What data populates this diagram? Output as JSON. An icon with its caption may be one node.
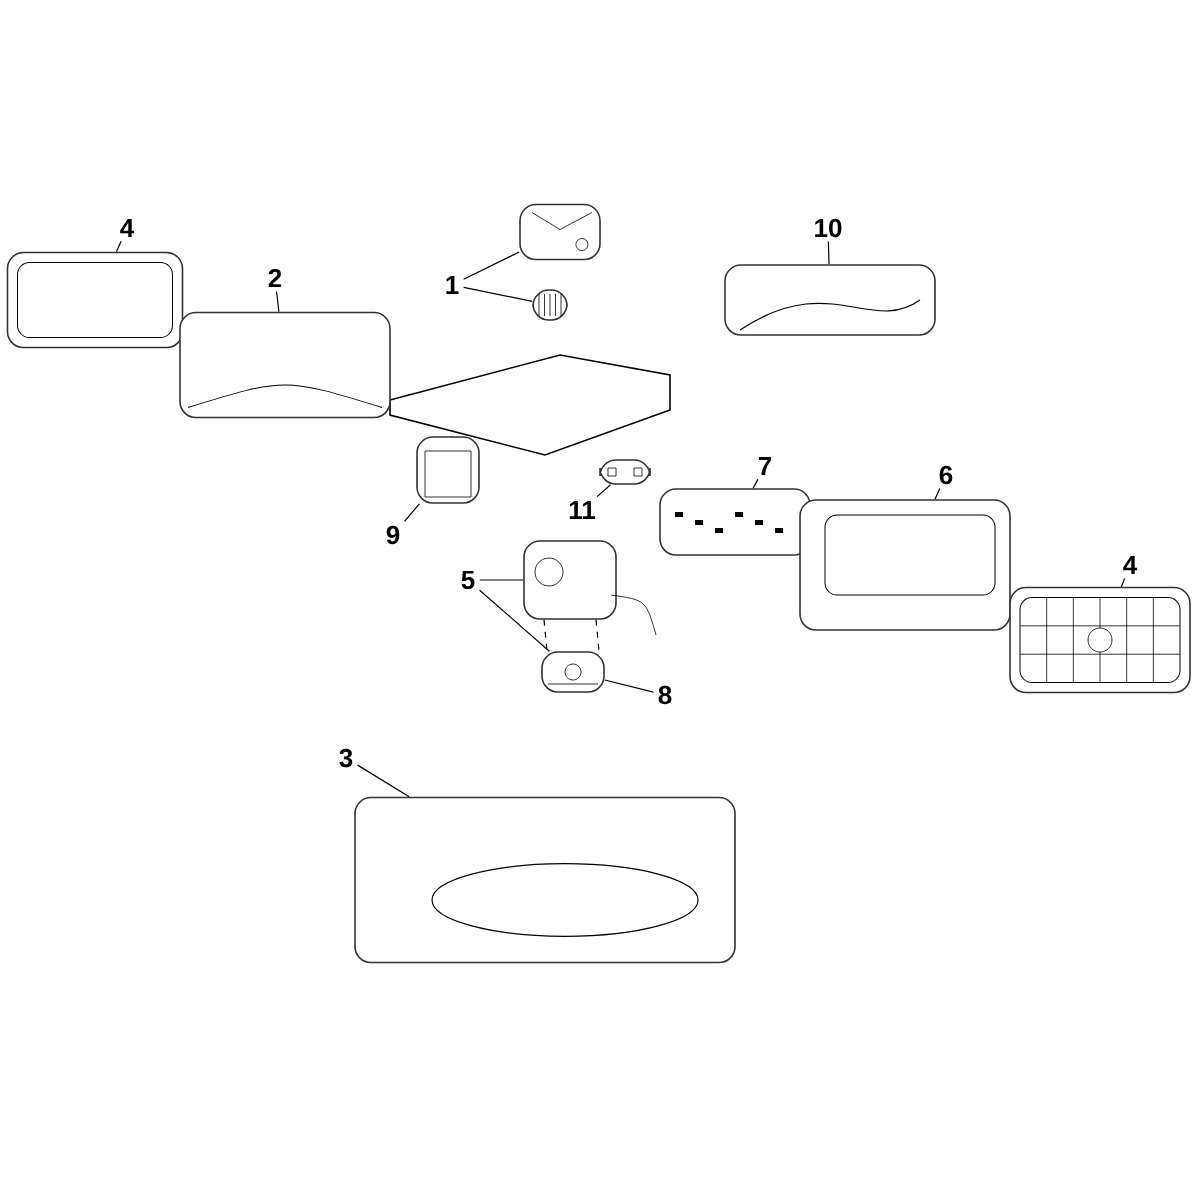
{
  "diagram": {
    "nodes": [
      {
        "text": [
          "4"
        ]
      },
      {
        "text": [
          "10"
        ]
      },
      {
        "text": [
          "2"
        ]
      },
      {
        "text": [
          "1"
        ]
      },
      {
        "text": [
          "7"
        ]
      },
      {
        "text": [
          "6"
        ]
      },
      {
        "text": [
          "11"
        ]
      },
      {
        "text": [
          "9"
        ]
      },
      {
        "text": [
          "4"
        ]
      },
      {
        "text": [
          "5"
        ]
      },
      {
        "text": [
          "8"
        ]
      },
      {
        "text": [
          "3"
        ]
      },
      {
        "text": [],
        "shape": "picture"
      },
      {
        "text": [],
        "shape": "picture"
      },
      {
        "text": [],
        "shape": "picture"
      },
      {
        "text": [],
        "shape": "picture"
      },
      {
        "text": [],
        "shape": "picture"
      },
      {
        "text": [],
        "shape": "picture"
      },
      {
        "text": [],
        "shape": "picture"
      },
      {
        "text": [],
        "shape": "picture"
      },
      {
        "text": [],
        "shape": "picture"
      },
      {
        "text": [],
        "shape": "picture"
      },
      {
        "text": [],
        "shape": "picture"
      },
      {
        "text": [],
        "shape": "picture"
      },
      {
        "text": [],
        "shape": "picture"
      }
    ],
    "edges": [
      {
        "from": 0,
        "to": 12,
        "arrow": "none"
      },
      {
        "from": 1,
        "to": 16,
        "arrow": "none"
      },
      {
        "from": 2,
        "to": 13,
        "arrow": "none"
      },
      {
        "from": 3,
        "to": 14,
        "arrow": "none"
      },
      {
        "from": 3,
        "to": 15,
        "arrow": "none"
      },
      {
        "from": 4,
        "to": 17,
        "arrow": "none"
      },
      {
        "from": 5,
        "to": 18,
        "arrow": "none"
      },
      {
        "from": 6,
        "to": 19,
        "arrow": "none"
      },
      {
        "from": 7,
        "to": 20,
        "arrow": "none"
      },
      {
        "from": 8,
        "to": 21,
        "arrow": "none"
      },
      {
        "from": 9,
        "to": 22,
        "arrow": "none"
      },
      {
        "from": 9,
        "to": 23,
        "arrow": "none"
      },
      {
        "from": 10,
        "to": 23,
        "arrow": "none"
      },
      {
        "from": 11,
        "to": 24,
        "arrow": "none"
      },
      {
        "from": 22,
        "to": 23,
        "arrow": "none",
        "style": "dashed"
      },
      {
        "from": 22,
        "to": 23,
        "arrow": "none",
        "style": "dashed"
      }
    ]
  }
}
